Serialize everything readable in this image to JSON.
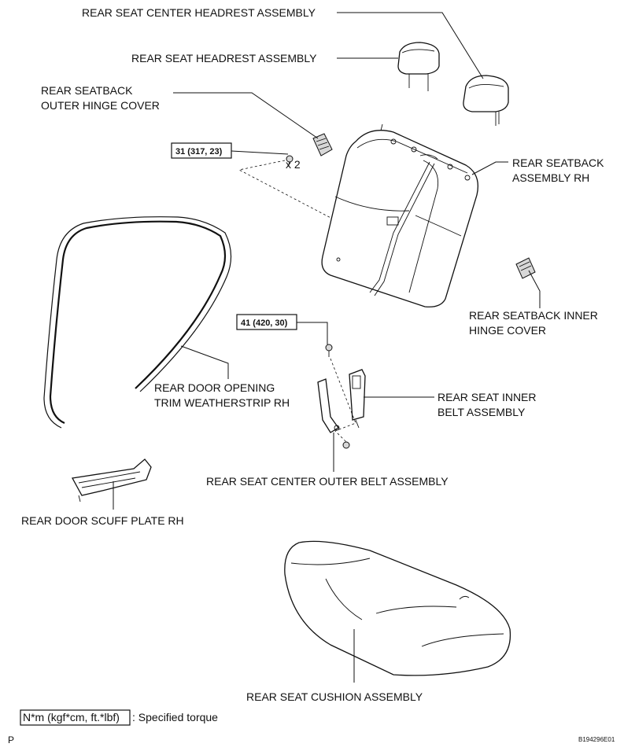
{
  "labels": {
    "center_headrest": "REAR SEAT CENTER HEADREST ASSEMBLY",
    "headrest": "REAR SEAT HEADREST ASSEMBLY",
    "outer_hinge_cover_line1": "REAR SEATBACK",
    "outer_hinge_cover_line2": "OUTER HINGE COVER",
    "seatback_line1": "REAR SEATBACK",
    "seatback_line2": "ASSEMBLY RH",
    "inner_hinge_cover_line1": "REAR SEATBACK INNER",
    "inner_hinge_cover_line2": "HINGE COVER",
    "weatherstrip_line1": "REAR DOOR OPENING",
    "weatherstrip_line2": "TRIM WEATHERSTRIP RH",
    "inner_belt_line1": "REAR SEAT INNER",
    "inner_belt_line2": "BELT ASSEMBLY",
    "center_outer_belt": "REAR SEAT CENTER OUTER BELT ASSEMBLY",
    "scuff_plate": "REAR DOOR SCUFF PLATE RH",
    "cushion": "REAR SEAT CUSHION ASSEMBLY"
  },
  "torque": {
    "t1": "31 (317, 23)",
    "t2": "41 (420, 30)",
    "qty": "x 2"
  },
  "legend": {
    "unit": "N*m (kgf*cm, ft.*lbf)",
    "desc": ": Specified torque"
  },
  "footer": {
    "left": "P",
    "code": "B194296E01"
  }
}
